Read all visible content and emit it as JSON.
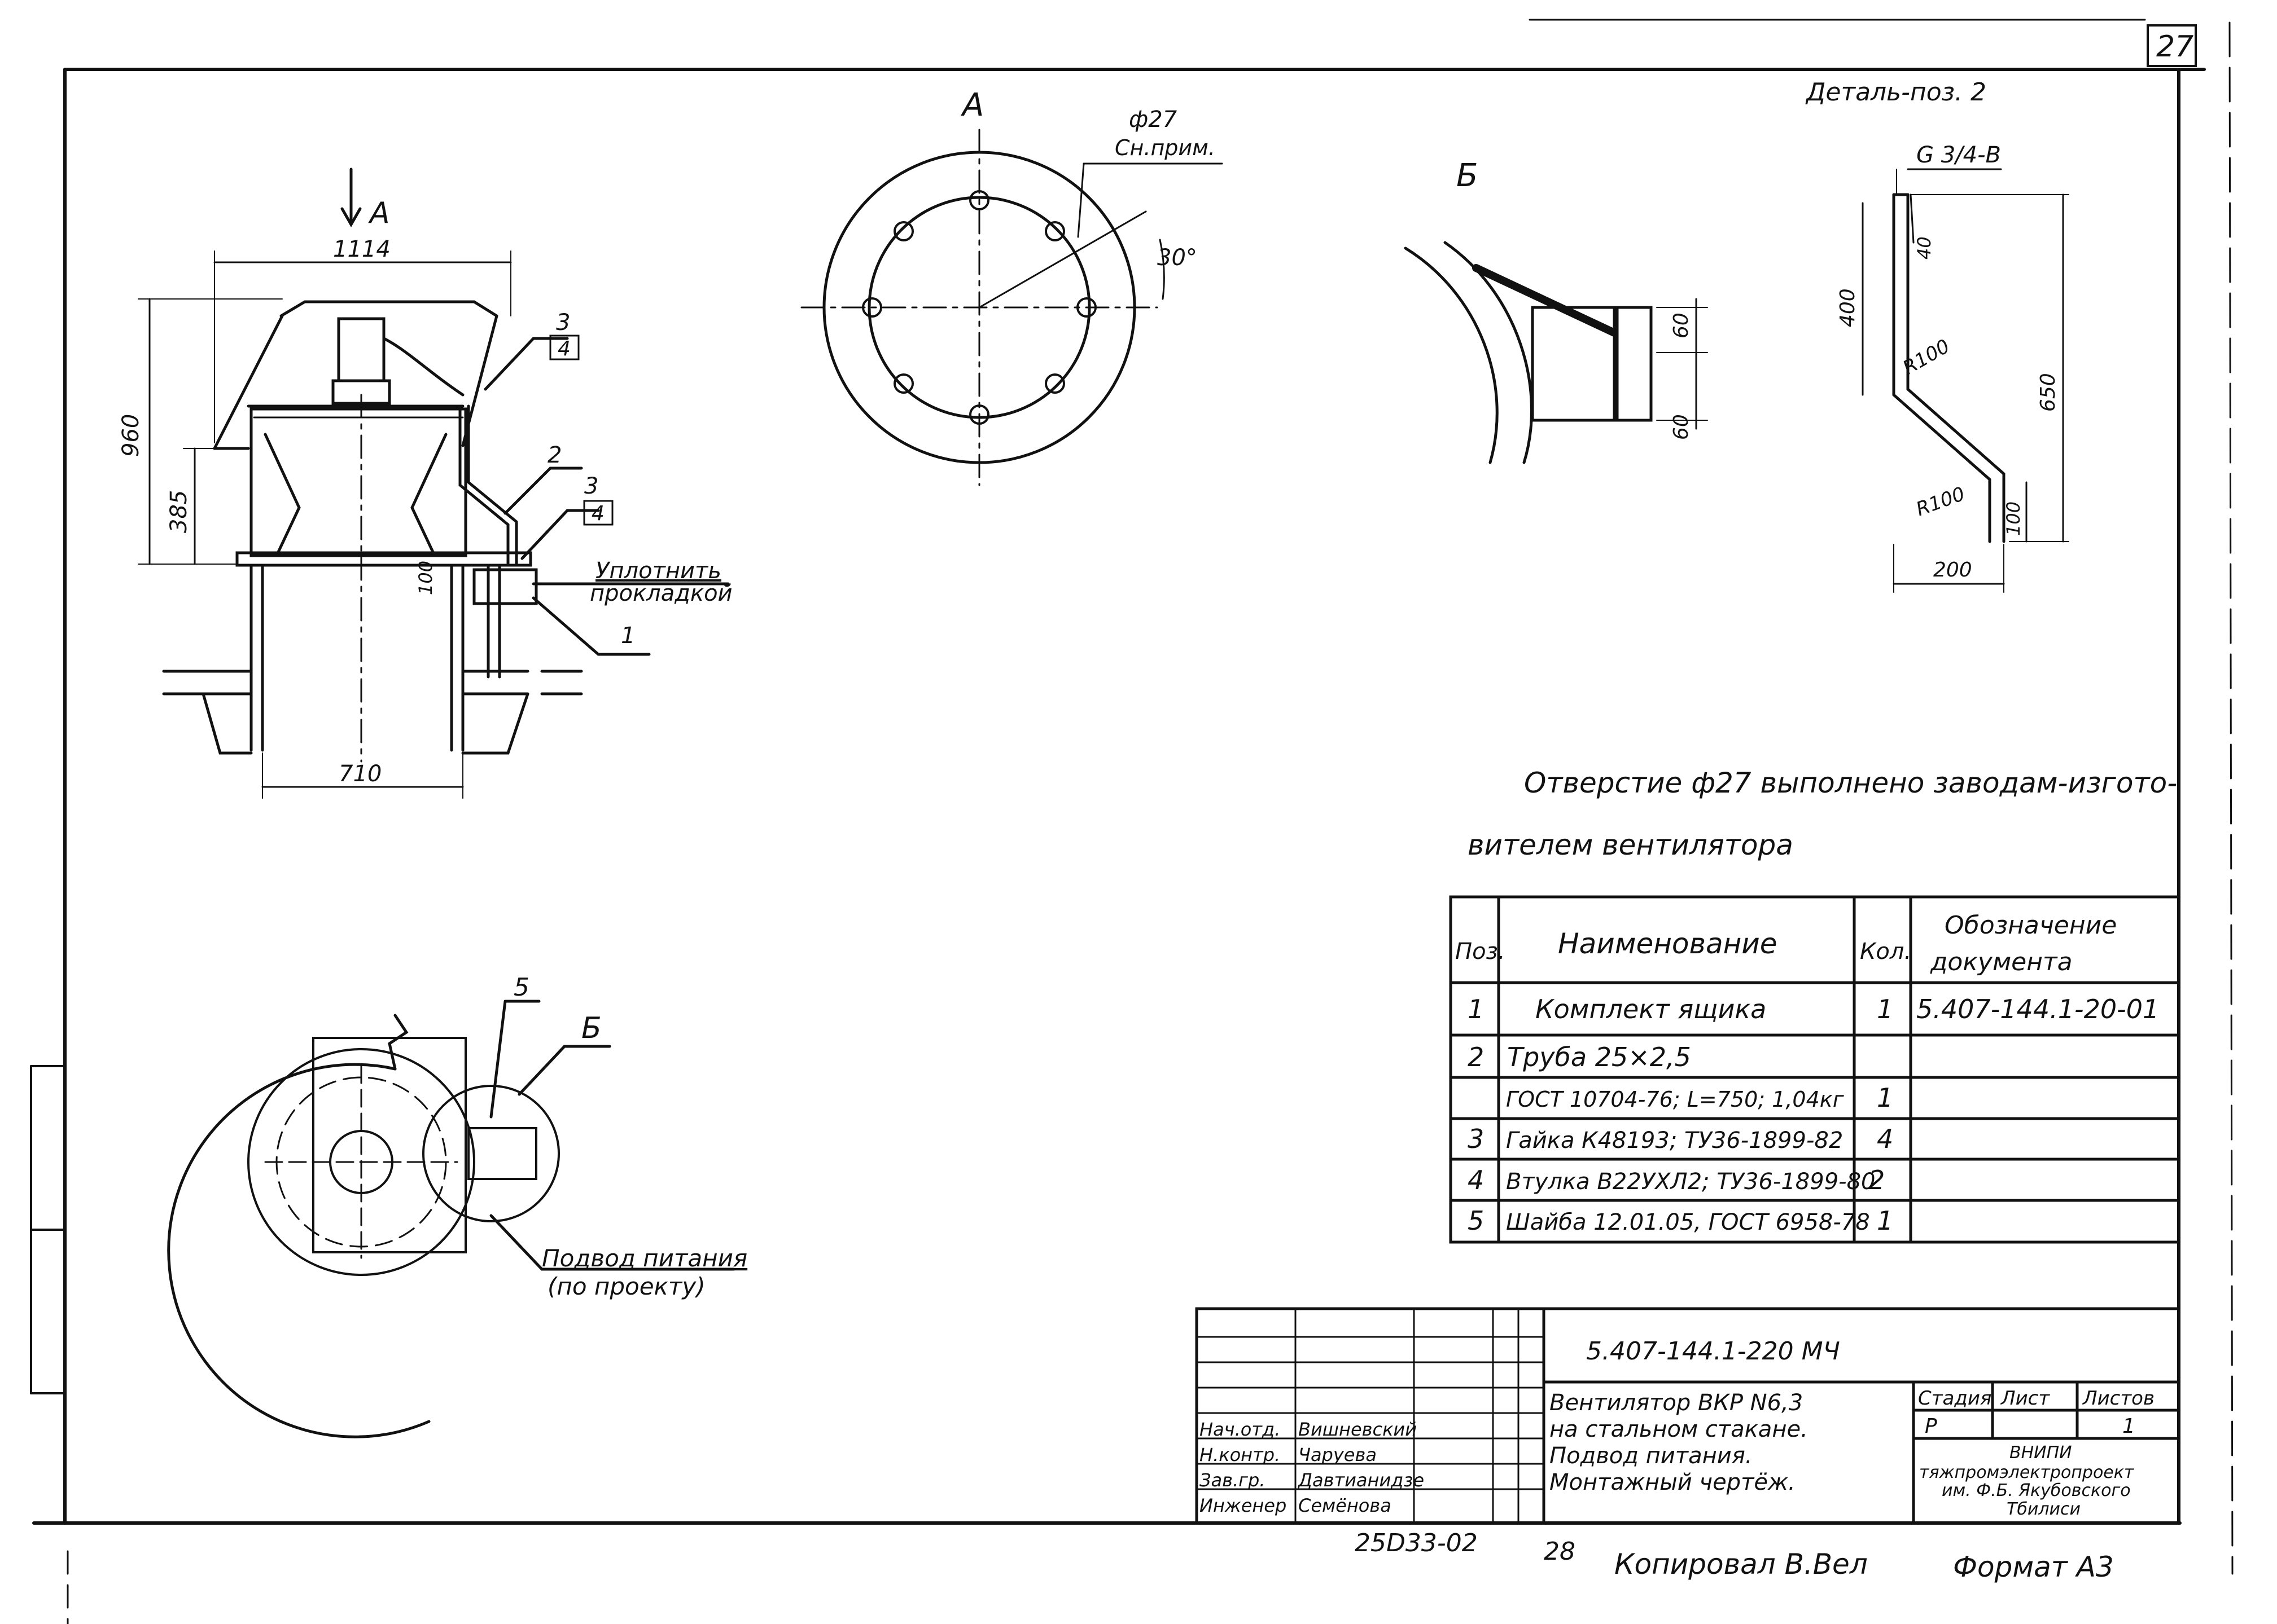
{
  "sheet": {
    "number": "27",
    "detail_title": "Деталь-поз. 2",
    "note_line1": "Отверстие ф27 выполнено заводам-изгото-",
    "note_line2": "вителем вентилятора",
    "bottom_left_code": "25D33-02",
    "bottom_page": "28",
    "copied_by": "Копировал В.Вел",
    "format": "Формат А3"
  },
  "view_main": {
    "arrow_label": "А",
    "dim_width_top": "1114",
    "dim_height": "960",
    "dim_385": "385",
    "dim_100": "100",
    "dim_base": "710",
    "callout_3a": "3",
    "callout_4a": "4",
    "callout_2": "2",
    "callout_3b": "3",
    "callout_4b": "4",
    "callout_1": "1",
    "seal_note_line1": "Уплотнить",
    "seal_note_line2": "прокладкой"
  },
  "view_a": {
    "title": "А",
    "hole_dia": "ф27",
    "hole_note": "Сн.прим.",
    "angle": "30°"
  },
  "view_b": {
    "title": "Б",
    "dim_60a": "60",
    "dim_60b": "60"
  },
  "detail_pos2": {
    "thread": "G 3/4-B",
    "dim_400": "400",
    "dim_40": "40",
    "dim_650": "650",
    "radius_top": "R100",
    "radius_bottom": "R100",
    "dim_100": "100",
    "dim_200": "200"
  },
  "plan_view": {
    "callout_5": "5",
    "callout_b": "Б",
    "power_note_line1": "Подвод питания",
    "power_note_line2": "(по проекту)"
  },
  "spec_table": {
    "headers": {
      "pos": "Поз.",
      "name": "Наименование",
      "qty": "Кол.",
      "doc_line1": "Обозначение",
      "doc_line2": "документа"
    },
    "rows": [
      {
        "pos": "1",
        "name": "Комплект ящика",
        "qty": "1",
        "doc": "5.407-144.1-20-01"
      },
      {
        "pos": "2",
        "name": "Труба 25×2,5",
        "qty": "",
        "doc": ""
      },
      {
        "pos": "",
        "name": "ГОСТ 10704-76; L=750; 1,04кг",
        "qty": "1",
        "doc": ""
      },
      {
        "pos": "3",
        "name": "Гайка К48193; ТУ36-1899-82",
        "qty": "4",
        "doc": ""
      },
      {
        "pos": "4",
        "name": "Втулка В22УХЛ2; ТУ36-1899-80",
        "qty": "2",
        "doc": ""
      },
      {
        "pos": "5",
        "name": "Шайба 12.01.05, ГОСТ 6958-78",
        "qty": "1",
        "doc": ""
      }
    ]
  },
  "title_block": {
    "designation": "5.407-144.1-220 МЧ",
    "title_line1": "Вентилятор ВКР N6,3",
    "title_line2": "на стальном стакане.",
    "title_line3": "Подвод питания.",
    "title_line4": "Монтажный чертёж.",
    "stage_label": "Стадия",
    "sheet_label": "Лист",
    "sheets_label": "Листов",
    "stage": "Р",
    "sheet": "",
    "sheets": "1",
    "org_line1": "ВНИПИ",
    "org_line2": "тяжпромэлектропроект",
    "org_line3": "им. Ф.Б. Якубовского",
    "org_line4": "Тбилиси",
    "roles": [
      {
        "role": "Нач.отд.",
        "name": "Вишневский"
      },
      {
        "role": "Н.контр.",
        "name": "Чаруева"
      },
      {
        "role": "Зав.гр.",
        "name": "Давтианидзе"
      },
      {
        "role": "Инженер",
        "name": "Семёнова"
      }
    ]
  }
}
